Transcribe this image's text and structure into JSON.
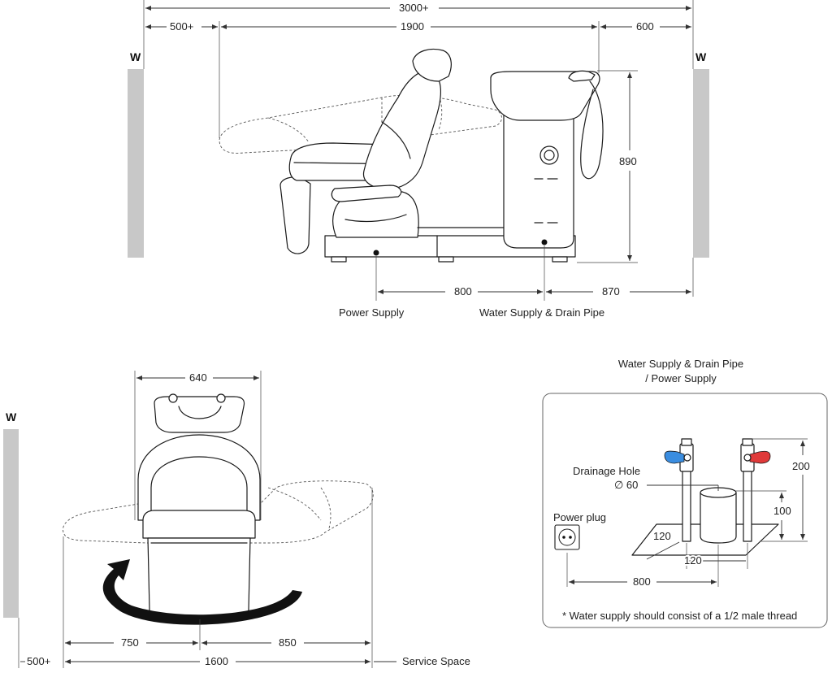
{
  "walls": {
    "label": "W",
    "color": "#c8c8c8"
  },
  "side_view": {
    "dim_total": "3000+",
    "dim_left_clearance": "500+",
    "dim_chair_length": "1900",
    "dim_right_clearance": "600",
    "dim_height": "890",
    "dim_power_to_water": "800",
    "dim_water_to_wall": "870",
    "label_power": "Power Supply",
    "label_water": "Water Supply & Drain Pipe"
  },
  "top_view": {
    "dim_width": "640",
    "dim_left": "750",
    "dim_right": "850",
    "dim_total": "1600",
    "dim_wall": "500+",
    "label_service": "Service Space"
  },
  "detail": {
    "title_line1": "Water Supply & Drain Pipe",
    "title_line2": "/ Power Supply",
    "drain_label": "Drainage Hole",
    "drain_size": "∅ 60",
    "power_plug_label": "Power plug",
    "dim_pipe_height": "200",
    "dim_drain_height": "100",
    "dim_side": "120",
    "dim_gap": "120",
    "dim_plug_distance": "800",
    "note": "* Water supply should consist of a 1/2 male thread",
    "cold_color": "#3a8de0",
    "hot_color": "#e03a3a"
  }
}
